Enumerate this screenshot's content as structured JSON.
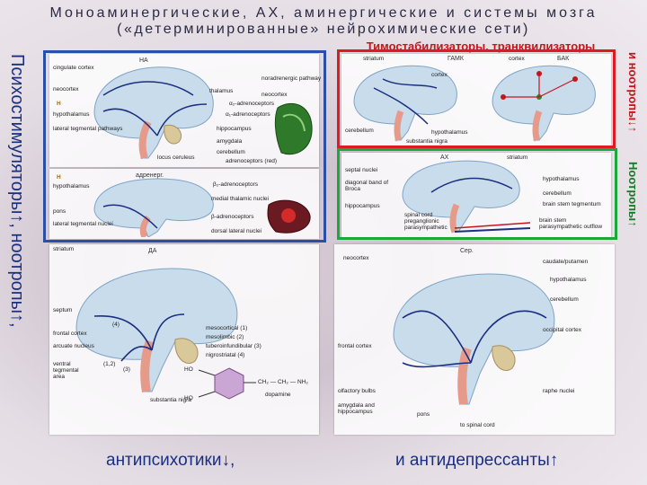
{
  "title_line1": "Моноаминергические, АХ, аминергические и системы мозга",
  "title_line2": "(«детерминированные» нейрохимические сети)",
  "top_label": "Тимостабилизаторы, транквилизаторы",
  "left_side": "Психостимуляторы↑, ноотропы↑,",
  "right_side_top": "и ноотропы↓↑",
  "right_side_mid": "Ноотропы↑",
  "bottom_left": "антипсихотики↓,",
  "bottom_right": "и антидепрессанты↑",
  "colors": {
    "blue_frame": "#2a4fa8",
    "red_frame": "#e01a22",
    "green_frame": "#1aa83a",
    "text_blue": "#1a2f80",
    "text_red": "#c4161c"
  },
  "panels": {
    "na": {
      "title": "НА",
      "labels": [
        "cingulate cortex",
        "neocortex",
        "hypothalamus",
        "lateral tegmental pathways",
        "thalamus",
        "noradrenergic pathway",
        "neocortex",
        "α₂-adrenoceptors",
        "α₁-adrenoceptors",
        "hippocampus",
        "amygdala",
        "cerebellum",
        "locus ceruleus",
        "adrenoceptors (red)",
        "H"
      ]
    },
    "adr": {
      "title": "адренерг.",
      "labels": [
        "hypothalamus",
        "β₂-adrenoceptors",
        "medial thalamic nuclei",
        "pons",
        "lateral tegmental nuclei",
        "β-adrenoceptors",
        "dorsal lateral nuclei",
        "H"
      ]
    },
    "gaba": {
      "title": "ГАМК",
      "labels": [
        "striatum",
        "cortex",
        "БАК",
        "cortex",
        "cerebellum",
        "hypothalamus",
        "substantia nigra"
      ]
    },
    "ach": {
      "title": "АХ",
      "labels": [
        "septal nuclei",
        "striatum",
        "diagonal band of Broca",
        "hypothalamus",
        "cerebellum",
        "brain stem tegmentum",
        "hippocampus",
        "spinal cord preganglionic parasympathetic",
        "brain stem parasympathetic outflow"
      ]
    },
    "da": {
      "title": "ДА",
      "labels": [
        "striatum",
        "septum",
        "frontal cortex",
        "arcuate nucleus",
        "ventral tegmental area",
        "substantia nigra",
        "mesocortical (1)",
        "mesolimbic (2)",
        "tuberoinfundibular (3)",
        "nigrostriatal (4)",
        "dopamine",
        "HO",
        "HO",
        "CH₂ — CH₂ — NH₂",
        "(1,2)",
        "(3)",
        "(4)"
      ]
    },
    "ser": {
      "title": "Сер.",
      "labels": [
        "neocortex",
        "caudate/putamen",
        "hypothalamus",
        "cerebellum",
        "frontal cortex",
        "occipital cortex",
        "olfactory bulbs",
        "amygdala and hippocampus",
        "raphe nuclei",
        "pons",
        "to spinal cord"
      ]
    }
  }
}
